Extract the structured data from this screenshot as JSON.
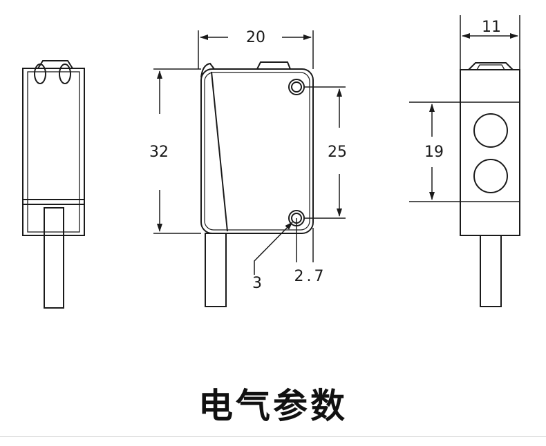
{
  "diagram": {
    "views": [
      {
        "name": "side-view"
      },
      {
        "name": "front-view",
        "dimensions": {
          "width": "20",
          "height": "32",
          "hole_spacing": "25",
          "hole_dia": "3",
          "edge_offset": "2.7"
        }
      },
      {
        "name": "rear-view",
        "dimensions": {
          "depth": "11",
          "lens_span": "19"
        }
      }
    ],
    "line_color": "#1a1a1a"
  },
  "section_title": "电气参数"
}
